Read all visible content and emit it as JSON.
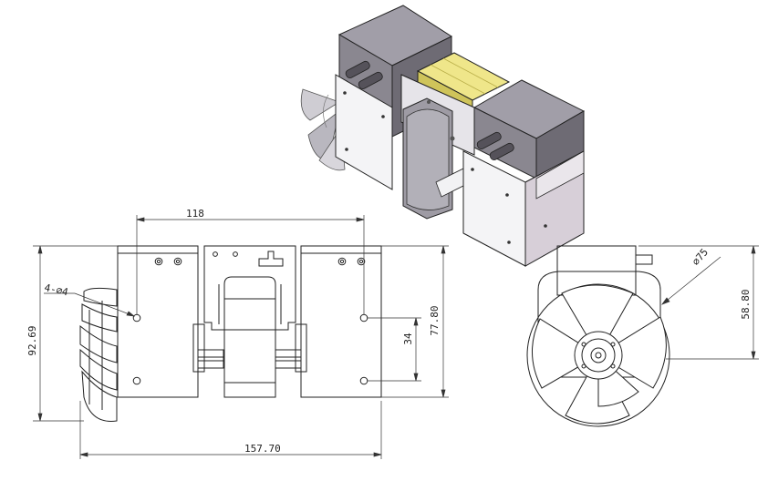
{
  "dimensions": {
    "width_118": "118",
    "height_92_69": "92.69",
    "hole_callout": "4-⌀4",
    "overall_157_70": "157.70",
    "height_77_80": "77.80",
    "spacing_34": "34",
    "diameter_75": "⌀75",
    "height_58_80": "58.80"
  },
  "colors": {
    "motor_gray": "#8a8790",
    "motor_gray_light": "#a19ea8",
    "motor_gray_dark": "#6e6b74",
    "coil_yellow": "#efe68a",
    "coil_yellow_dark": "#cfc45a",
    "bracket_white": "#f4f4f6",
    "bracket_pink": "#d7cfd8",
    "line": "#222222",
    "dim_line": "#333333"
  }
}
